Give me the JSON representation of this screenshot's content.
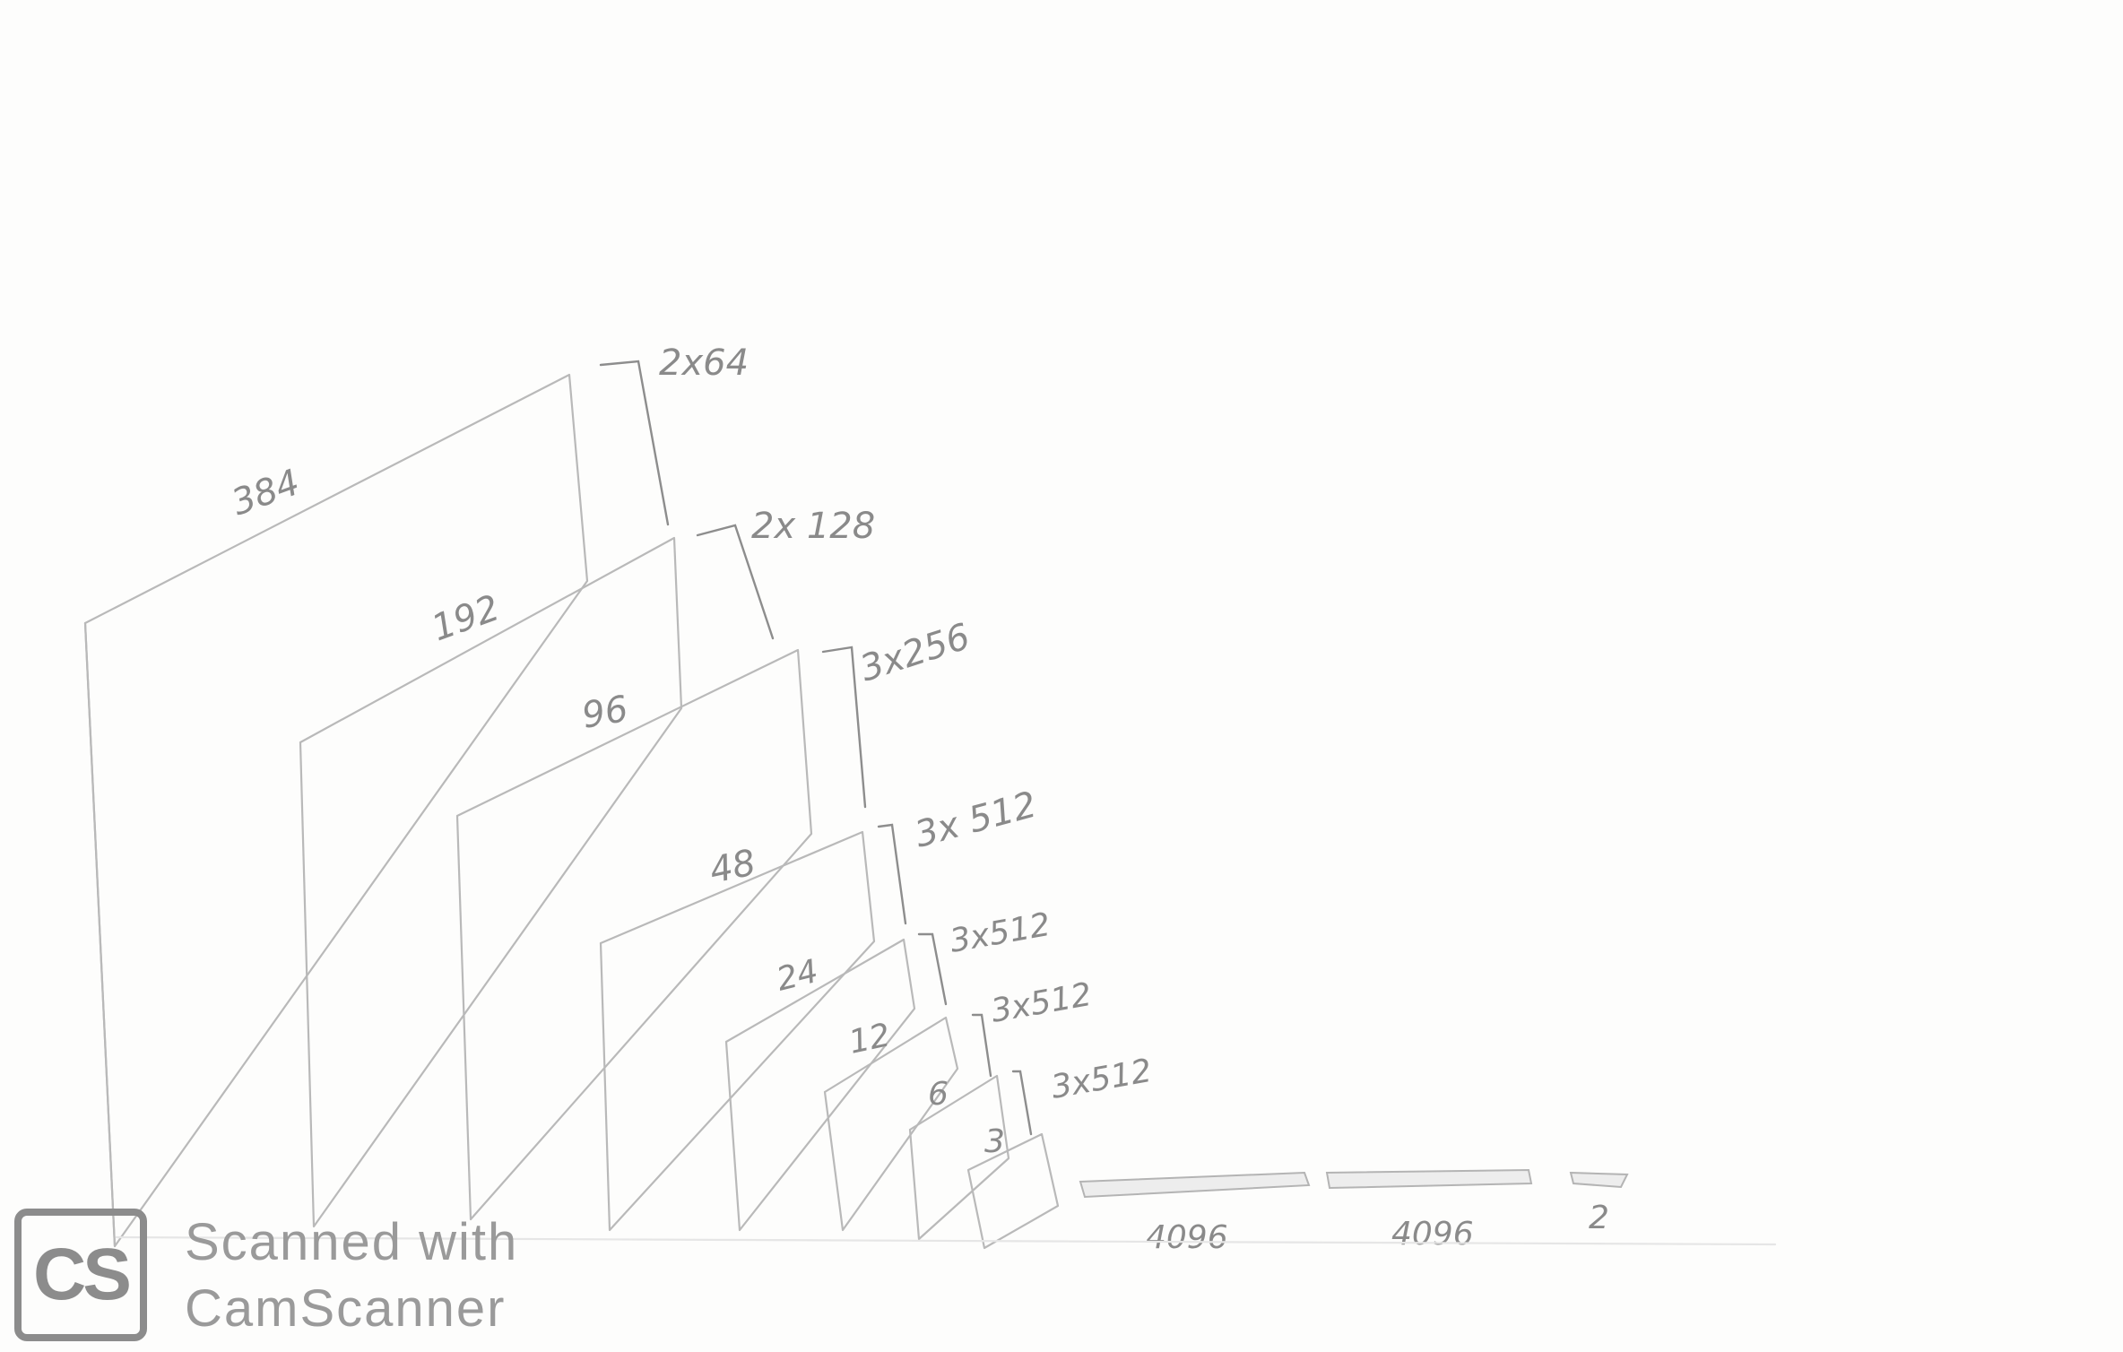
{
  "stages": [
    {
      "size": "384",
      "channels": "2x64"
    },
    {
      "size": "192",
      "channels": "2x 128"
    },
    {
      "size": "96",
      "channels": "3x256"
    },
    {
      "size": "48",
      "channels": "3x 512"
    },
    {
      "size": "24",
      "channels": "3x512"
    },
    {
      "size": "12",
      "channels": "3x512"
    },
    {
      "size": "6",
      "channels": "3x512"
    },
    {
      "size": "3",
      "channels": ""
    }
  ],
  "dense_layers": [
    {
      "units": "4096"
    },
    {
      "units": "4096"
    },
    {
      "units": "2"
    }
  ],
  "stamp": {
    "logo": "CS",
    "line1": "Scanned with",
    "line2": "CamScanner"
  }
}
